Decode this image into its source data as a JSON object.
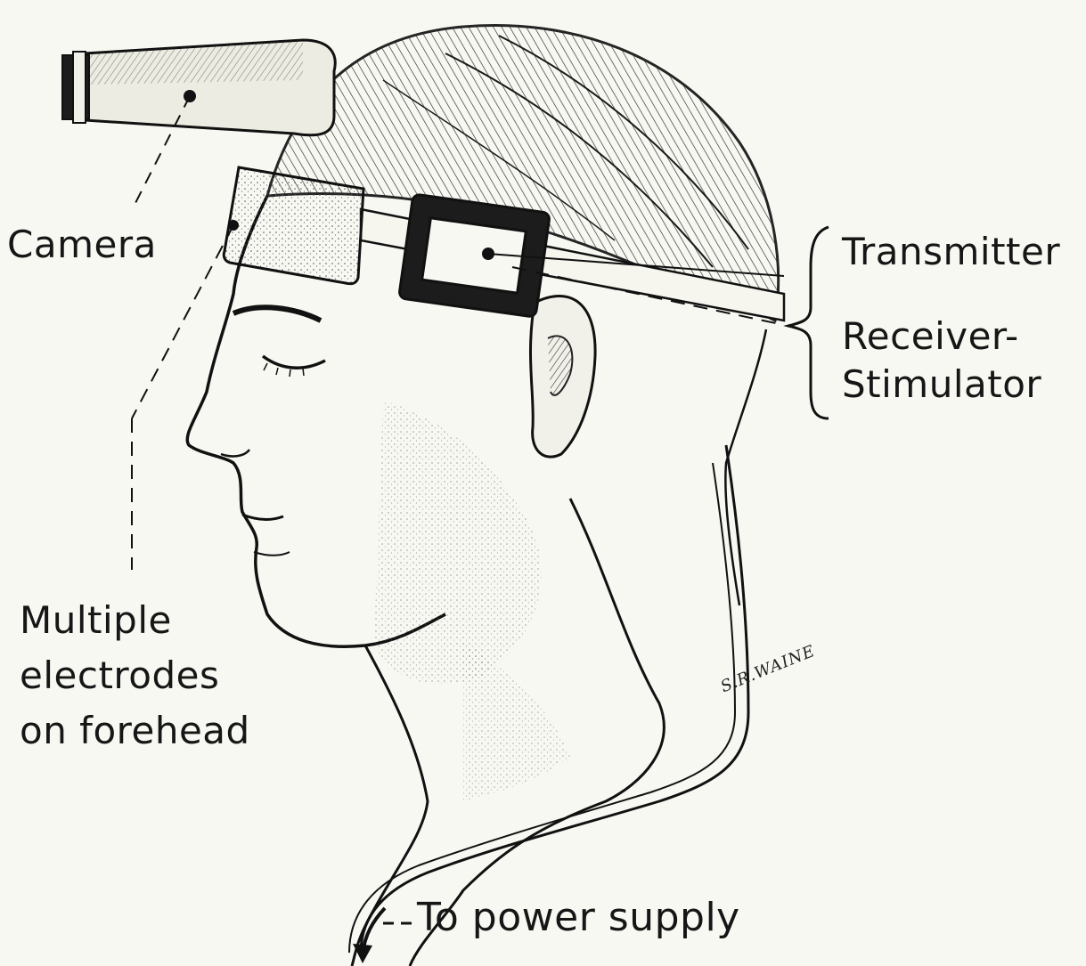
{
  "labels": {
    "camera": "Camera",
    "transmitter": "Transmitter",
    "receiver_line1": "Receiver-",
    "receiver_line2": "Stimulator",
    "electrodes_line1": "Multiple",
    "electrodes_line2": "electrodes",
    "electrodes_line3": "on forehead",
    "power_supply": "To power supply"
  },
  "signature": "S.R.WAINE",
  "colors": {
    "background": "#f8f8f3",
    "ink": "#161616"
  }
}
